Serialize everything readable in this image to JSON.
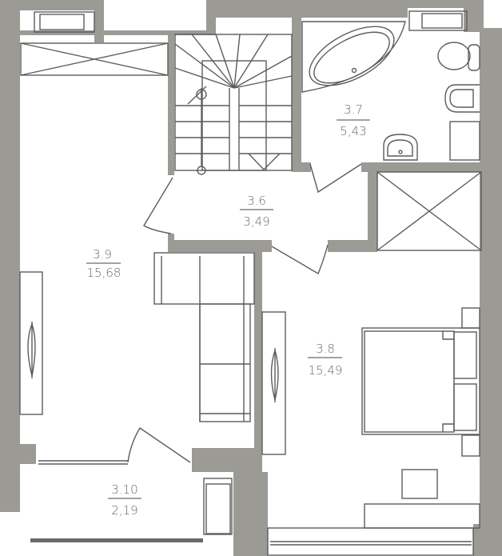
{
  "plan": {
    "wall_color": "#9b9a95",
    "line_color": "#5c5c5c",
    "rooms": [
      {
        "number": "3.9",
        "area": "15,68"
      },
      {
        "number": "3.6",
        "area": "3,49"
      },
      {
        "number": "3.7",
        "area": "5,43"
      },
      {
        "number": "3.8",
        "area": "15,49"
      },
      {
        "number": "3.10",
        "area": "2,19"
      }
    ]
  }
}
